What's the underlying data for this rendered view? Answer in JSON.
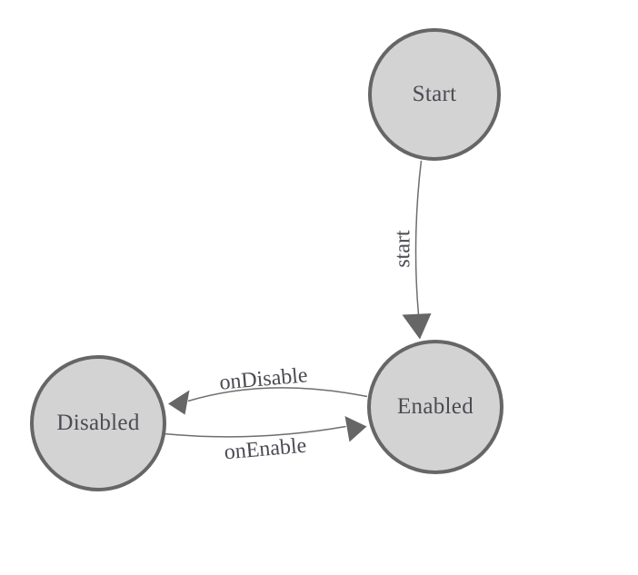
{
  "colors": {
    "background": "#ffffff",
    "node-fill": "#d3d3d3",
    "node-border": "#666666",
    "edge-line": "#6e6e6e",
    "arrow-fill": "#666666",
    "label-text": "#4b4b52"
  },
  "diagram": {
    "type": "state-machine",
    "nodes": [
      {
        "id": "start",
        "label": "Start"
      },
      {
        "id": "enabled",
        "label": "Enabled"
      },
      {
        "id": "disabled",
        "label": "Disabled"
      }
    ],
    "edges": [
      {
        "from": "Start",
        "to": "Enabled",
        "label": "start"
      },
      {
        "from": "Enabled",
        "to": "Disabled",
        "label": "onDisable"
      },
      {
        "from": "Disabled",
        "to": "Enabled",
        "label": "onEnable"
      }
    ]
  }
}
